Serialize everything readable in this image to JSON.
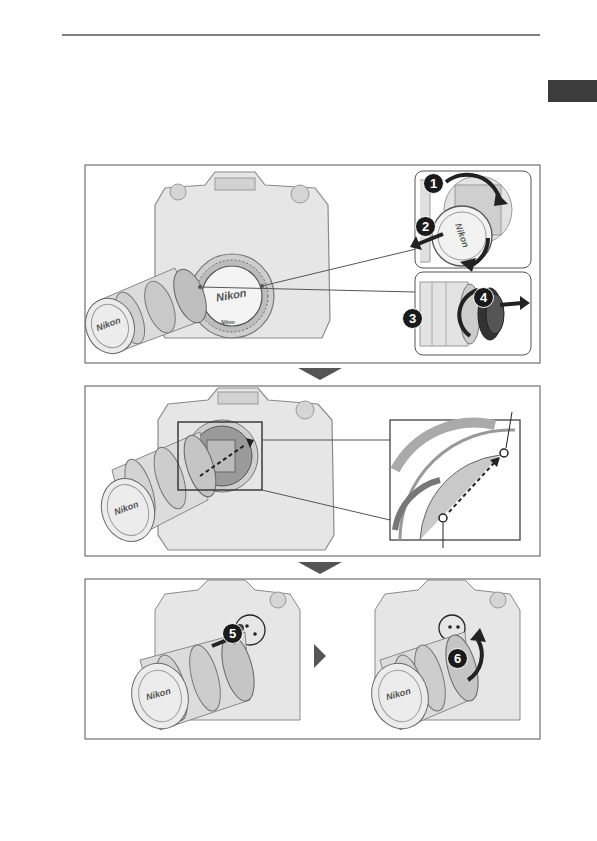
{
  "diagram": {
    "labels": [
      "1",
      "2",
      "3",
      "4",
      "5",
      "6",
      "Nikon",
      "Nikon",
      "Nikon",
      "Nikon",
      "Nikon",
      "Nikon",
      "Nikon"
    ]
  }
}
